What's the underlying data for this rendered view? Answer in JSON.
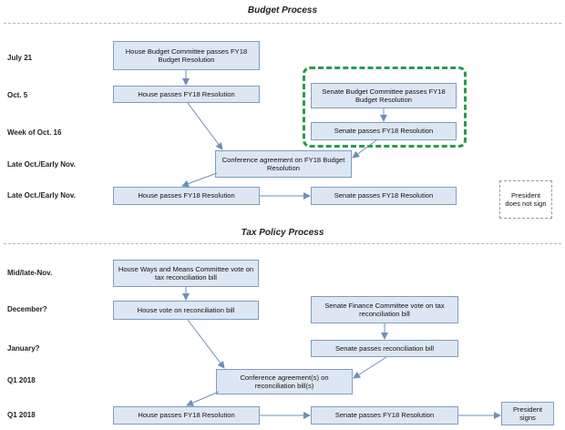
{
  "budget": {
    "title": "Budget Process",
    "dates": [
      "July 21",
      "Oct. 5",
      "Week of Oct. 16",
      "Late Oct./Early Nov.",
      "Late Oct./Early Nov."
    ],
    "house_committee": "House Budget Committee passes FY18 Budget Resolution",
    "house_passes": "House passes FY18 Resolution",
    "senate_committee": "Senate Budget Committee passes FY18 Budget Resolution",
    "senate_passes": "Senate passes FY18 Resolution",
    "conference": "Conference agreement on FY18 Budget Resolution",
    "house_passes_final": "House passes FY18 Resolution",
    "senate_passes_final": "Senate passes FY18 Resolution",
    "president": "President does not sign"
  },
  "tax": {
    "title": "Tax Policy Process",
    "dates": [
      "Mid/late-Nov.",
      "December?",
      "January?",
      "Q1 2018",
      "Q1 2018"
    ],
    "ways_means": "House Ways and Means Committee vote on tax reconciliation bill",
    "house_vote": "House vote on reconciliation bill",
    "senate_finance": "Senate Finance Committee vote on tax reconciliation bill",
    "senate_passes": "Senate passes reconciliation  bill",
    "conference": "Conference agreement(s) on reconciliation bill(s)",
    "house_passes_final": "House passes FY18 Resolution",
    "senate_passes_final": "Senate passes FY18 Resolution",
    "president": "President signs"
  },
  "colors": {
    "box_fill": "#dde7f3",
    "box_border": "#7f9dbf",
    "arrow": "#6f8fb5",
    "highlight": "#2c9a50"
  }
}
